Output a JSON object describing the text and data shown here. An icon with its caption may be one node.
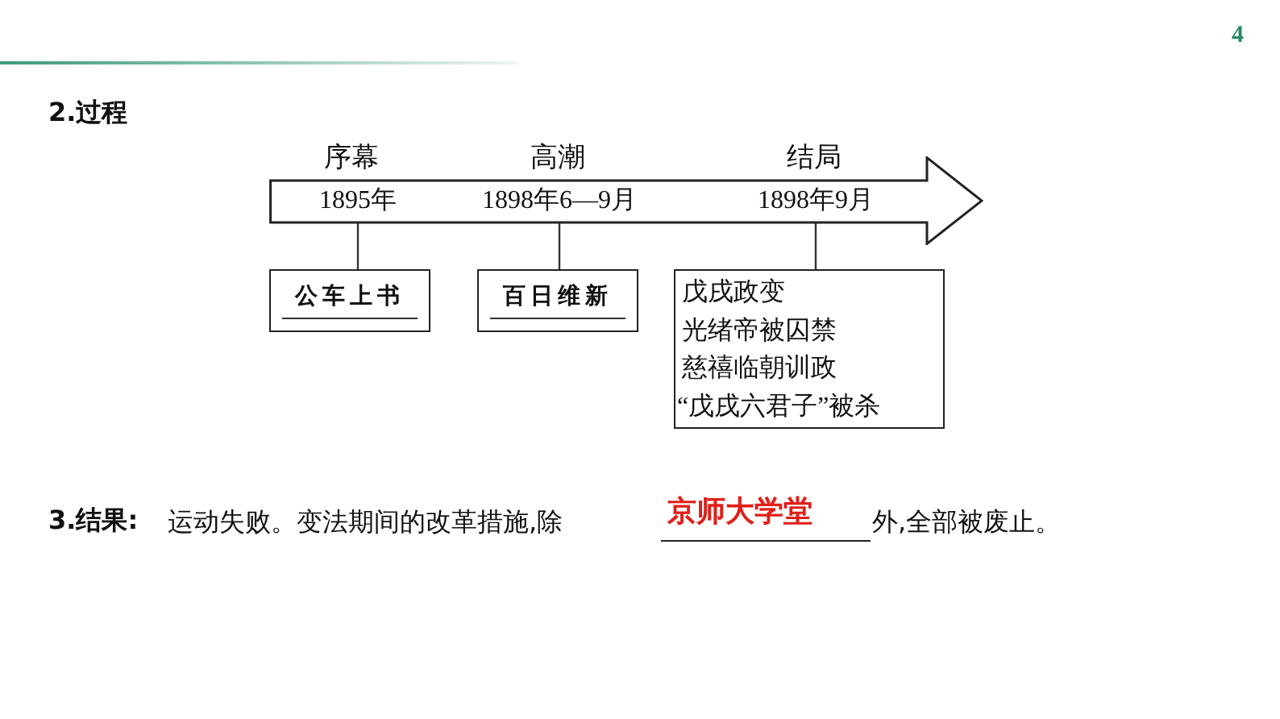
{
  "diagram": {
    "nodes": [
      {
        "text": [
          "1895年",
          "1898年6—9月",
          "1898年9月"
        ]
      },
      {
        "text": [
          "公车上书"
        ]
      },
      {
        "text": [
          "百日维新"
        ]
      },
      {
        "text": [
          "戊戌政变",
          "光绪帝被囚禁",
          "慈禧临朝训政",
          "“戊戌六君子”被杀"
        ]
      }
    ],
    "edges": [
      {
        "from": 0,
        "to": 1,
        "arrow": "none"
      },
      {
        "from": 0,
        "to": 2,
        "arrow": "none"
      },
      {
        "from": 0,
        "to": 3,
        "arrow": "none"
      }
    ],
    "labels": [
      "4",
      "2.过程",
      "序幕",
      "高潮",
      "结局",
      "3.结果:",
      "运动失败。变法期间的改革措施,除",
      "京师大学堂",
      "外,全部被废止。"
    ]
  }
}
